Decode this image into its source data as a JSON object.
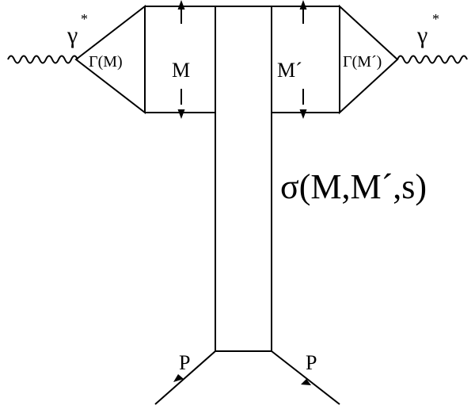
{
  "labels": {
    "photon_left": "γ",
    "photon_left_star": "*",
    "gamma_left": "Γ(M)",
    "mass_left": "M",
    "mass_right": "M´",
    "gamma_right": "Γ(M´)",
    "photon_right": "γ",
    "photon_right_star": "*",
    "cross_section": "σ(M,M´,s)",
    "proton_left": "P",
    "proton_right": "P"
  },
  "colors": {
    "line": "#000000",
    "background": "#ffffff"
  }
}
